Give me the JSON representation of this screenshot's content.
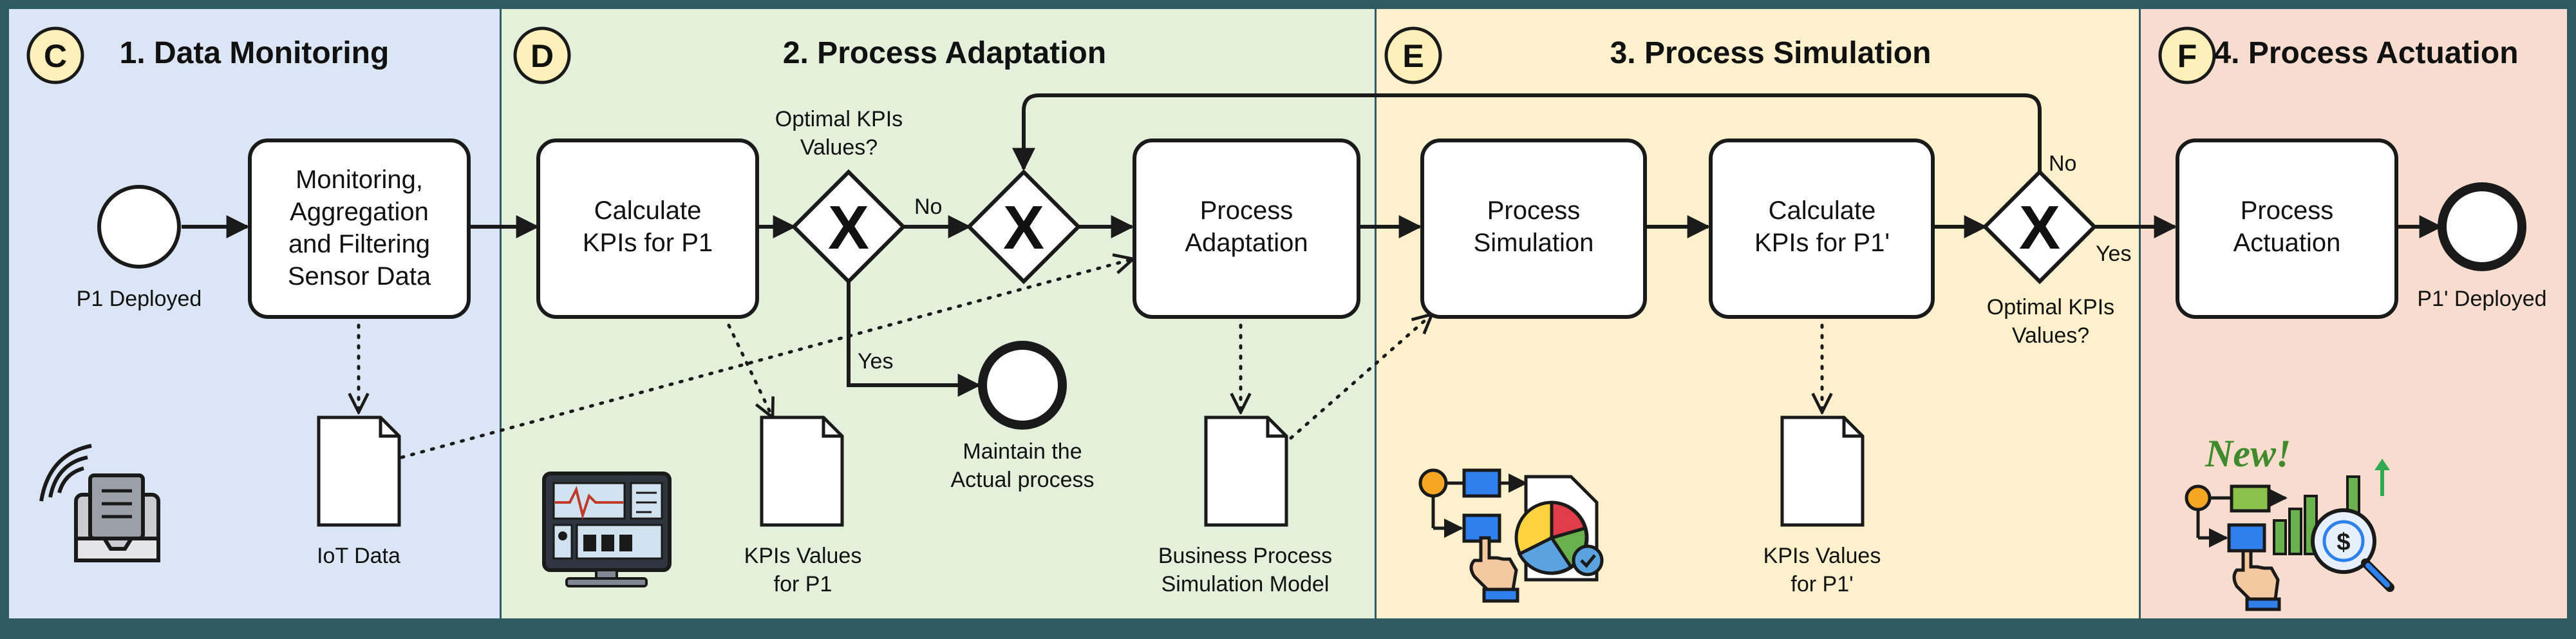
{
  "colors": {
    "frame": "#2d5a63",
    "lane_monitoring": "#dae6f5",
    "lane_adaptation": "#e3f0da",
    "lane_simulation": "#fdf0cc",
    "lane_actuation": "#f8ddcf",
    "badge": "#fdf0b8",
    "stroke": "#1a1a1a"
  },
  "lanes": [
    {
      "badge": "C",
      "title": "1. Data Monitoring"
    },
    {
      "badge": "D",
      "title": "2. Process Adaptation"
    },
    {
      "badge": "E",
      "title": "3. Process Simulation"
    },
    {
      "badge": "F",
      "title": "4. Process Actuation"
    }
  ],
  "events": {
    "start_label": "P1 Deployed",
    "maintain_label": [
      "Maintain the",
      "Actual process"
    ],
    "end_label": "P1' Deployed"
  },
  "tasks": {
    "monitoring": [
      "Monitoring,",
      "Aggregation",
      "and Filtering",
      "Sensor Data"
    ],
    "calc_kpis_p1": [
      "Calculate",
      "KPIs for P1"
    ],
    "process_adaptation": [
      "Process",
      "Adaptation"
    ],
    "process_simulation": [
      "Process",
      "Simulation"
    ],
    "calc_kpis_p1p": [
      "Calculate",
      "KPIs for P1'"
    ],
    "process_actuation": [
      "Process",
      "Actuation"
    ]
  },
  "gateways": {
    "symbol": "X",
    "g1_question": [
      "Optimal KPIs",
      "Values?"
    ],
    "g3_question": [
      "Optimal KPIs",
      "Values?"
    ],
    "no": "No",
    "yes": "Yes"
  },
  "artifacts": {
    "iot_data": "IoT Data",
    "kpis_p1": [
      "KPIs Values",
      "for P1"
    ],
    "bp_sim_model": [
      "Business Process",
      "Simulation Model"
    ],
    "kpis_p1p": [
      "KPIs Values",
      "for P1'"
    ]
  },
  "icons": {
    "monitoring": "iot-sensor-tray-icon",
    "adaptation": "monitoring-dashboard-icon",
    "simulation": "process-simulation-chart-icon",
    "actuation": "process-actuation-growth-icon",
    "actuation_badge": "New!"
  }
}
